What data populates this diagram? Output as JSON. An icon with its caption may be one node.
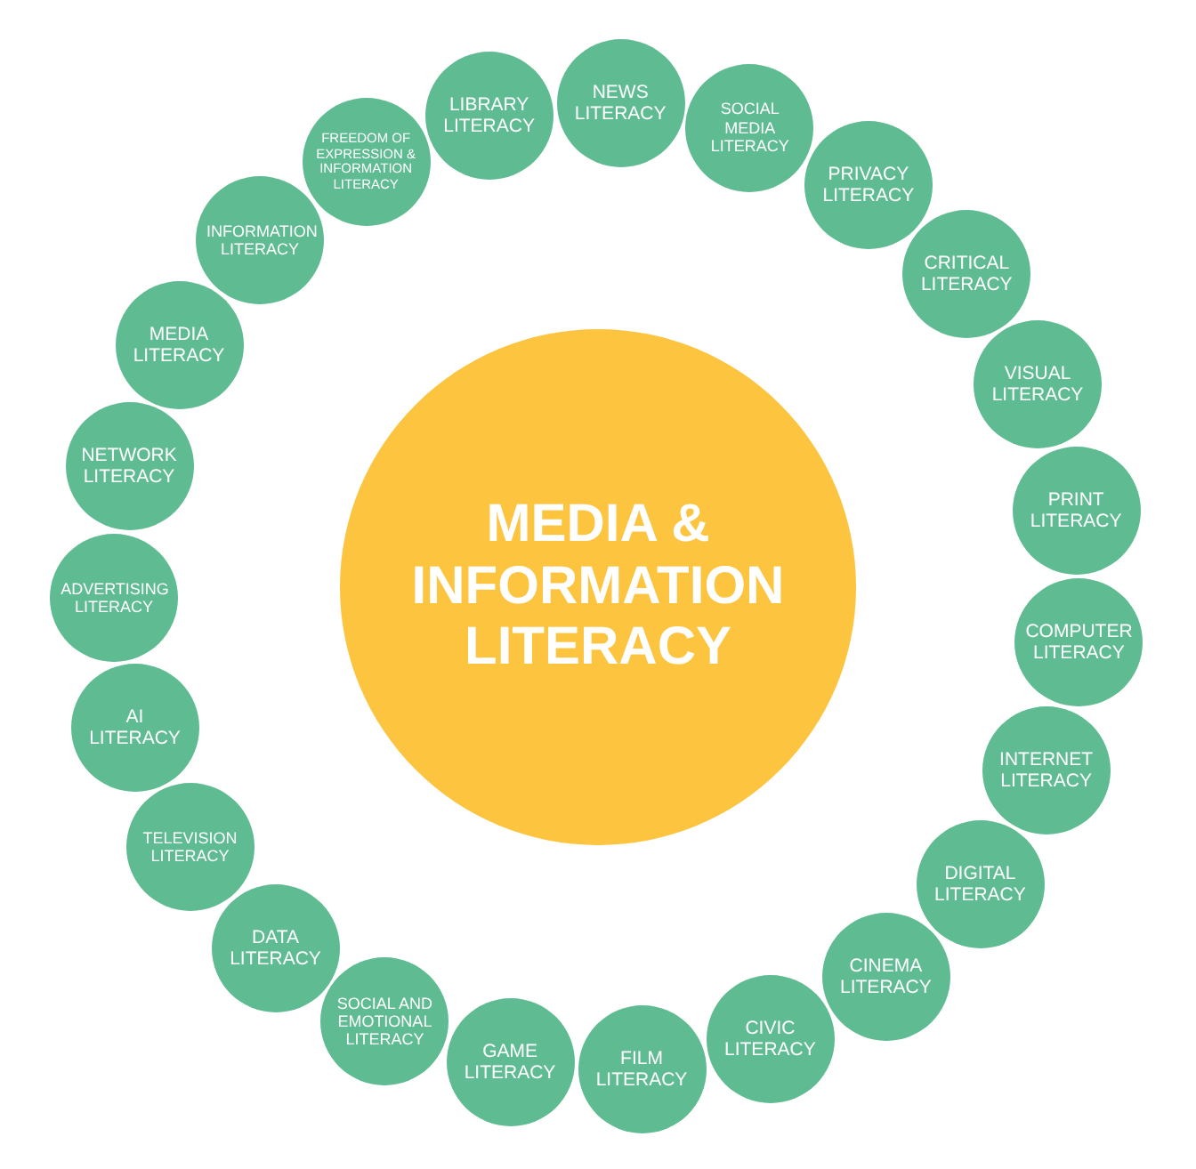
{
  "diagram": {
    "nodes": [
      {
        "text": [
          "MEDIA & INFORMATION LITERACY"
        ]
      },
      {
        "text": [
          "LIBRARY LITERACY"
        ]
      },
      {
        "text": [
          "NEWS LITERACY"
        ]
      },
      {
        "text": [
          "SOCIAL MEDIA LITERACY"
        ]
      },
      {
        "text": [
          "PRIVACY LITERACY"
        ]
      },
      {
        "text": [
          "CRITICAL LITERACY"
        ]
      },
      {
        "text": [
          "VISUAL LITERACY"
        ]
      },
      {
        "text": [
          "PRINT LITERACY"
        ]
      },
      {
        "text": [
          "COMPUTER LITERACY"
        ]
      },
      {
        "text": [
          "INTERNET LITERACY"
        ]
      },
      {
        "text": [
          "DIGITAL LITERACY"
        ]
      },
      {
        "text": [
          "CINEMA LITERACY"
        ]
      },
      {
        "text": [
          "CIVIC LITERACY"
        ]
      },
      {
        "text": [
          "FILM LITERACY"
        ]
      },
      {
        "text": [
          "GAME LITERACY"
        ]
      },
      {
        "text": [
          "SOCIAL AND EMOTIONAL LITERACY"
        ]
      },
      {
        "text": [
          "DATA LITERACY"
        ]
      },
      {
        "text": [
          "TELEVISION LITERACY"
        ]
      },
      {
        "text": [
          "AI LITERACY"
        ]
      },
      {
        "text": [
          "ADVERTISING LITERACY"
        ]
      },
      {
        "text": [
          "NETWORK LITERACY"
        ]
      },
      {
        "text": [
          "MEDIA LITERACY"
        ]
      },
      {
        "text": [
          "INFORMATION LITERACY"
        ]
      },
      {
        "text": [
          "FREEDOM OF EXPRESSION & INFORMATION LITERACY"
        ]
      }
    ]
  }
}
